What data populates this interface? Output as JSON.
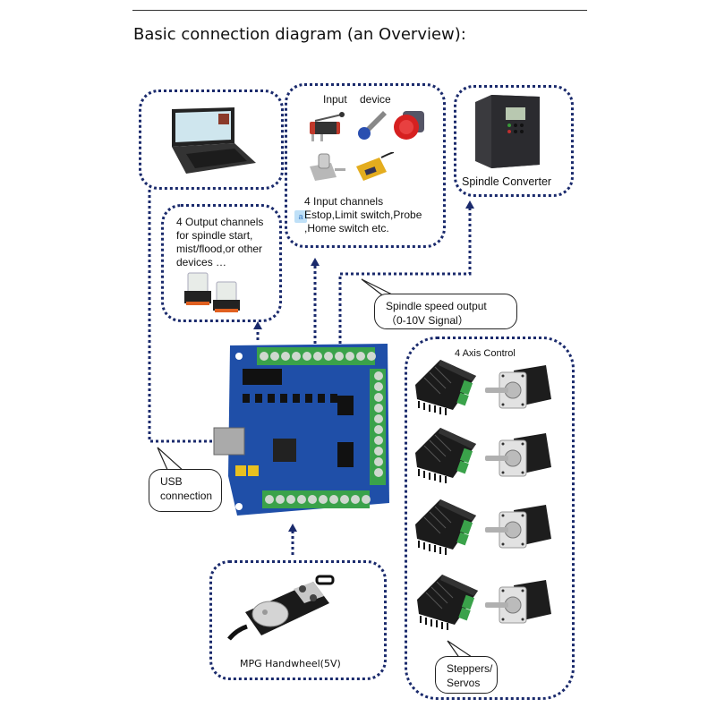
{
  "page": {
    "title": "Basic connection diagram (an Overview):"
  },
  "nodes": {
    "pc": {
      "name": "Computer (laptop)"
    },
    "inputs": {
      "heading_word1": "Input",
      "heading_word2": "device",
      "line1": "4 Input channels",
      "line2": "Estop,Limit switch,Probe",
      "line3": ",Home switch etc."
    },
    "spindle": {
      "label": "Spindle Converter"
    },
    "outputs": {
      "line1": "4 Output channels",
      "line2": "for spindle start,",
      "line3": "mist/flood,or other",
      "line4": "devices …"
    },
    "axis": {
      "title": "4 Axis Control",
      "driver_count": 4
    },
    "mpg": {
      "label": "MPG Handwheel(5V)"
    }
  },
  "callouts": {
    "spindle_speed_line1": "Spindle speed output",
    "spindle_speed_line2": "（0-10V Signal）",
    "usb_line1": "USB",
    "usb_line2": "connection",
    "steppers_line1": "Steppers/",
    "steppers_line2": "Servos"
  },
  "colors": {
    "connector": "#1a2a6c",
    "board": "#1f4fa8",
    "terminal": "#3aa24a"
  }
}
